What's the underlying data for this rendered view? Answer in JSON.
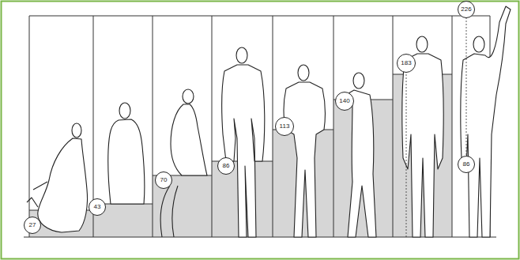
{
  "diagram": {
    "nodes": [
      {
        "text": [
          "27"
        ]
      },
      {
        "text": [
          "43"
        ]
      },
      {
        "text": [
          "70"
        ]
      },
      {
        "text": [
          "86"
        ]
      },
      {
        "text": [
          "113"
        ]
      },
      {
        "text": [
          "140"
        ]
      },
      {
        "text": [
          "183"
        ]
      },
      {
        "text": [
          "226"
        ]
      },
      {
        "text": [
          "86"
        ]
      }
    ]
  }
}
